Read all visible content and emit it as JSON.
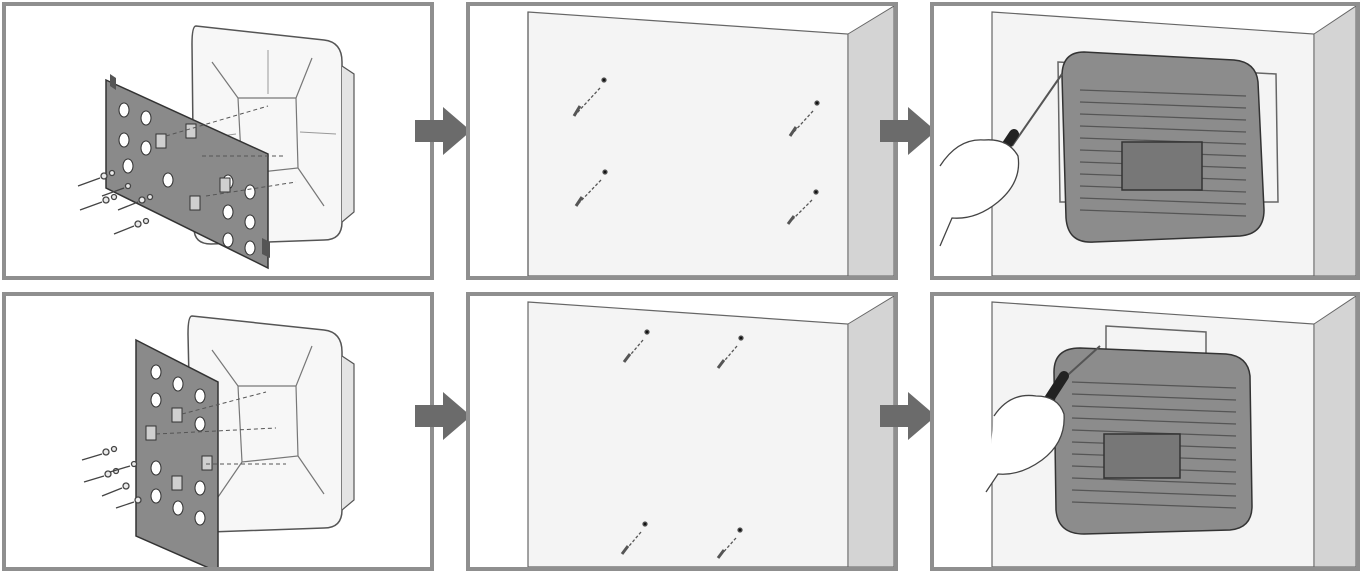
{
  "diagram": {
    "rows": [
      {
        "orientation": "horizontal",
        "steps": [
          {
            "illustration": "bracket-attach",
            "icon": "bracket-screws-icon"
          },
          {
            "illustration": "wall-anchors",
            "icon": "wall-anchors-icon"
          },
          {
            "illustration": "device-mount",
            "icon": "screwdriver-mount-icon"
          }
        ]
      },
      {
        "orientation": "vertical",
        "steps": [
          {
            "illustration": "bracket-attach",
            "icon": "bracket-screws-icon"
          },
          {
            "illustration": "wall-anchors",
            "icon": "wall-anchors-icon"
          },
          {
            "illustration": "device-mount",
            "icon": "screwdriver-mount-icon"
          }
        ]
      }
    ],
    "colors": {
      "border": "#8f8f8f",
      "arrow": "#6b6b6b",
      "wall": "#f4f4f4",
      "wall_side": "#d4d4d4",
      "device": "#8c8c8c"
    }
  }
}
